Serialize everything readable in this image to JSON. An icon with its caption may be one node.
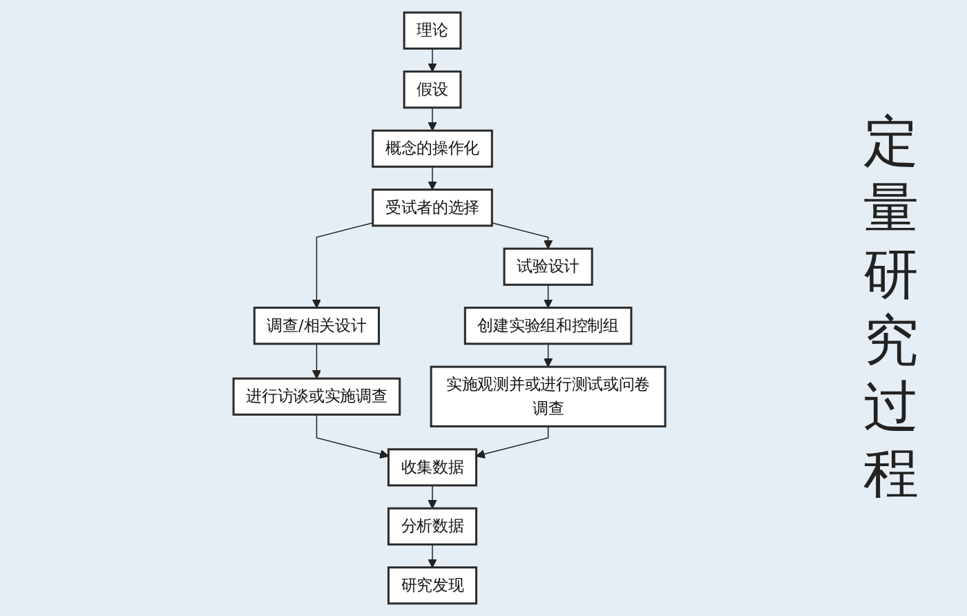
{
  "diagram": {
    "title": "定量研究过程",
    "nodes": [
      {
        "text": [
          "理论"
        ]
      },
      {
        "text": [
          "假设"
        ]
      },
      {
        "text": [
          "概念的操作化"
        ]
      },
      {
        "text": [
          "受试者的选择"
        ]
      },
      {
        "text": [
          "调查/相关设计"
        ]
      },
      {
        "text": [
          "试验设计"
        ]
      },
      {
        "text": [
          "进行访谈或实施调查"
        ]
      },
      {
        "text": [
          "创建实验组和控制组"
        ]
      },
      {
        "text": [
          "实施观测并或进行测试或问卷调查"
        ]
      },
      {
        "text": [
          "收集数据"
        ]
      },
      {
        "text": [
          "分析数据"
        ]
      },
      {
        "text": [
          "研究发现"
        ]
      }
    ],
    "edges": [
      {
        "from": 0,
        "to": 1,
        "arrow": "to"
      },
      {
        "from": 1,
        "to": 2,
        "arrow": "to"
      },
      {
        "from": 2,
        "to": 3,
        "arrow": "to"
      },
      {
        "from": 3,
        "to": 4,
        "arrow": "to"
      },
      {
        "from": 3,
        "to": 5,
        "arrow": "to"
      },
      {
        "from": 4,
        "to": 6,
        "arrow": "to"
      },
      {
        "from": 5,
        "to": 7,
        "arrow": "to"
      },
      {
        "from": 7,
        "to": 8,
        "arrow": "to"
      },
      {
        "from": 6,
        "to": 9,
        "arrow": "to"
      },
      {
        "from": 8,
        "to": 9,
        "arrow": "to"
      },
      {
        "from": 9,
        "to": 10,
        "arrow": "to"
      },
      {
        "from": 10,
        "to": 11,
        "arrow": "to"
      }
    ]
  }
}
